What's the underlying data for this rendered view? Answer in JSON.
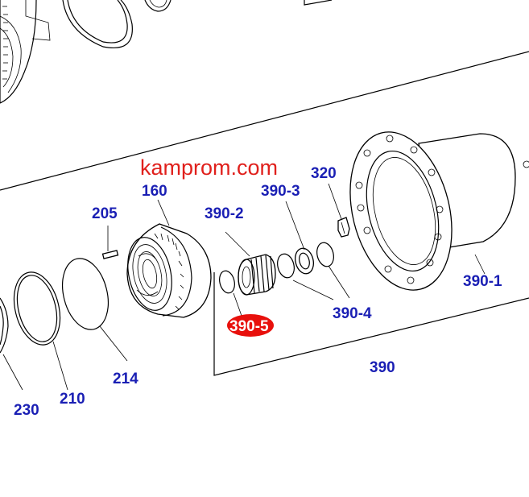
{
  "watermark": "kamprom.com",
  "colors": {
    "label": "#1a1fb4",
    "watermark": "#e0201c",
    "highlight": "#e8100c"
  },
  "labels": {
    "l160": "160",
    "l205": "205",
    "l210": "210",
    "l214": "214",
    "l230": "230",
    "l320": "320",
    "l390": "390",
    "l390_1": "390-1",
    "l390_2": "390-2",
    "l390_3": "390-3",
    "l390_4": "390-4",
    "l390_5": "390-5"
  },
  "highlighted_label": "390-5"
}
